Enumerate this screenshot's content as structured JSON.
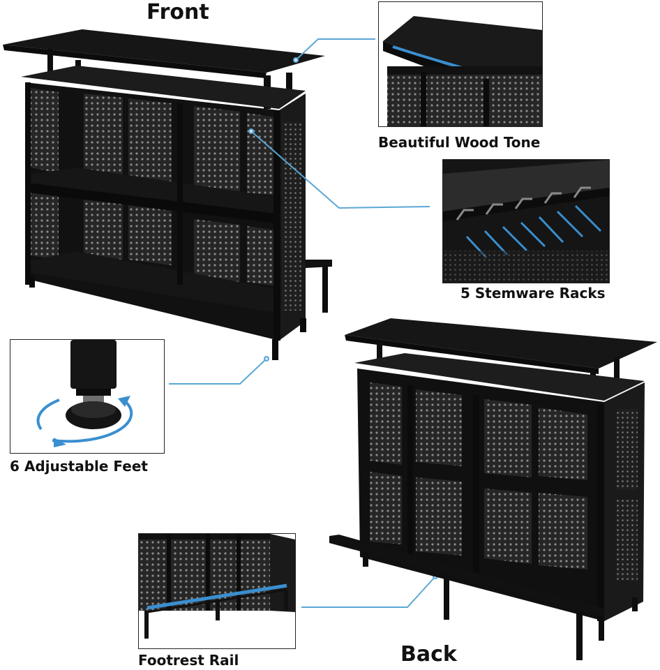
{
  "labels": {
    "front": "Front",
    "back": "Back",
    "wood_tone": "Beautiful Wood Tone",
    "stemware": "5 Stemware Racks",
    "feet": "6 Adjustable Feet",
    "footrest": "Footrest Rail"
  },
  "colors": {
    "furniture": "#141414",
    "panel": "#2a2a2a",
    "accent": "#3a8fd0",
    "leader": "#5aa7d6"
  }
}
